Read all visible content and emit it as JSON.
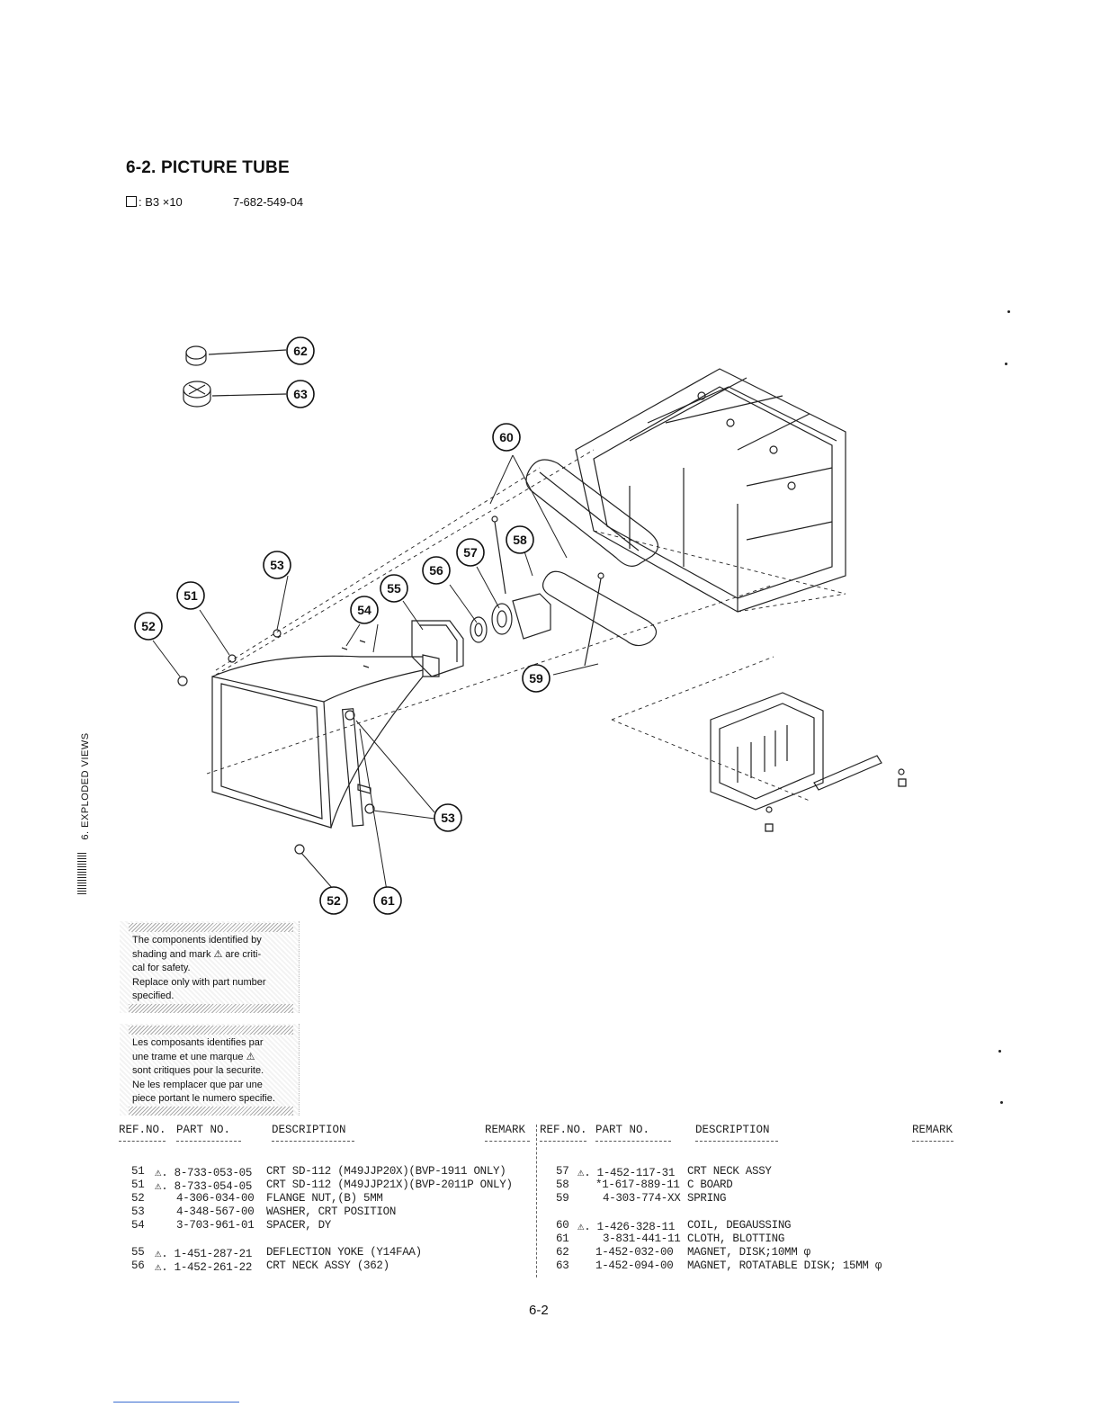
{
  "header": {
    "title": "6-2.  PICTURE TUBE",
    "screw_spec": ": B3 ×10",
    "doc_number": "7-682-549-04"
  },
  "side_label": "6. EXPLODED VIEWS",
  "callouts": [
    "62",
    "63",
    "60",
    "58",
    "57",
    "56",
    "55",
    "54",
    "53",
    "51",
    "52",
    "59",
    "53",
    "52",
    "61"
  ],
  "notices": {
    "english": [
      "The components identified by",
      "shading and mark  ⚠  are criti-",
      "cal for safety.",
      "Replace only with part number",
      "specified."
    ],
    "french": [
      "Les composants identifies par",
      "une trame et une marque  ⚠",
      "sont critiques pour la securite.",
      "Ne les remplacer que par une",
      "piece portant le numero specifie."
    ]
  },
  "table": {
    "headers": {
      "ref": "REF.NO.",
      "part": "PART NO.",
      "desc": "DESCRIPTION",
      "remark": "REMARK"
    },
    "left_rows": [
      {
        "ref": "51",
        "part": "⚠. 8-733-053-05",
        "desc": "CRT SD-112 (M49JJP20X)(BVP-1911 ONLY)"
      },
      {
        "ref": "51",
        "part": "⚠. 8-733-054-05",
        "desc": "CRT SD-112 (M49JJP21X)(BVP-2011P ONLY)"
      },
      {
        "ref": "52",
        "part": "4-306-034-00",
        "desc": "FLANGE NUT,(B) 5MM"
      },
      {
        "ref": "53",
        "part": "4-348-567-00",
        "desc": "WASHER, CRT POSITION"
      },
      {
        "ref": "54",
        "part": "3-703-961-01",
        "desc": "SPACER, DY"
      },
      {
        "ref": "55",
        "part": "⚠. 1-451-287-21",
        "desc": "DEFLECTION YOKE (Y14FAA)"
      },
      {
        "ref": "56",
        "part": "⚠. 1-452-261-22",
        "desc": "CRT NECK ASSY (362)"
      }
    ],
    "right_rows": [
      {
        "ref": "57",
        "part": "⚠. 1-452-117-31",
        "desc": "CRT NECK ASSY"
      },
      {
        "ref": "58",
        "part": "*1-617-889-11",
        "desc": "C BOARD"
      },
      {
        "ref": "59",
        "part": "4-303-774-XX",
        "desc": "SPRING"
      },
      {
        "ref": "60",
        "part": "⚠. 1-426-328-11",
        "desc": "COIL, DEGAUSSING"
      },
      {
        "ref": "61",
        "part": "3-831-441-11",
        "desc": "CLOTH, BLOTTING"
      },
      {
        "ref": "62",
        "part": "1-452-032-00",
        "desc": "MAGNET, DISK;10MM φ"
      },
      {
        "ref": "63",
        "part": "1-452-094-00",
        "desc": "MAGNET, ROTATABLE DISK; 15MM φ"
      }
    ]
  },
  "page_number": "6-2"
}
